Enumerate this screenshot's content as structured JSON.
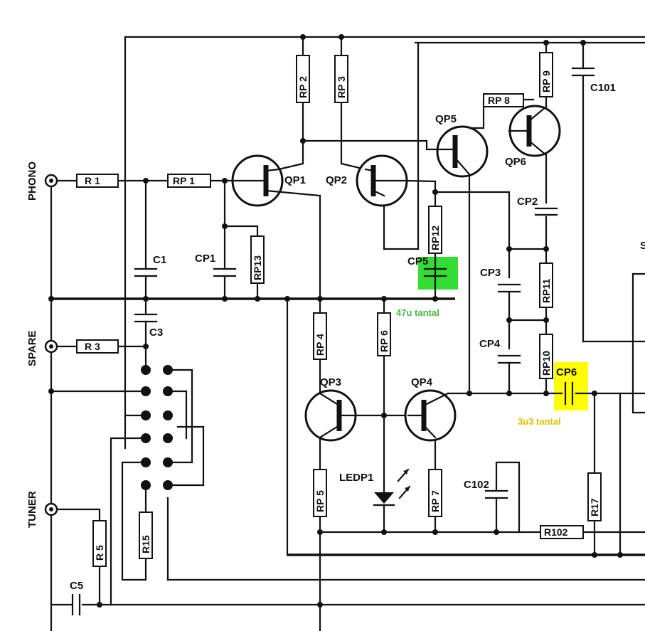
{
  "colors": {
    "ink": "#111111",
    "highlight_green": "#33dd33",
    "highlight_yellow": "#ffff00",
    "note_green": "#44bb44",
    "note_yellow": "#e0c000"
  },
  "inputs": {
    "phono": "PHONO",
    "spare": "SPARE",
    "tuner": "TUNER"
  },
  "resistors": {
    "r1": "R 1",
    "rp1": "RP 1",
    "rp2": "RP 2",
    "rp3": "RP 3",
    "rp13": "RP13",
    "rp12": "RP12",
    "r3": "R 3",
    "rp4": "RP 4",
    "rp6": "RP 6",
    "rp5": "RP 5",
    "rp7": "RP 7",
    "rp8": "RP 8",
    "rp9": "RP 9",
    "rp11": "RP11",
    "rp10": "RP10",
    "r15": "R15",
    "r5": "R 5",
    "r17": "R17",
    "r102": "R102"
  },
  "capacitors": {
    "c1": "C1",
    "cp1": "CP1",
    "c3": "C3",
    "cp5": "CP5",
    "cp3": "CP3",
    "cp4": "CP4",
    "cp2": "CP2",
    "c101": "C101",
    "cp6": "CP6",
    "c102": "C102",
    "c5": "C5"
  },
  "transistors": {
    "qp1": "QP1",
    "qp2": "QP2",
    "qp3": "QP3",
    "qp4": "QP4",
    "qp5": "QP5",
    "qp6": "QP6"
  },
  "diodes": {
    "ledp1": "LEDP1"
  },
  "annotations": {
    "cp5_note": "47u tantal",
    "cp6_note": "3u3 tantal"
  },
  "edge_fragment": "S"
}
